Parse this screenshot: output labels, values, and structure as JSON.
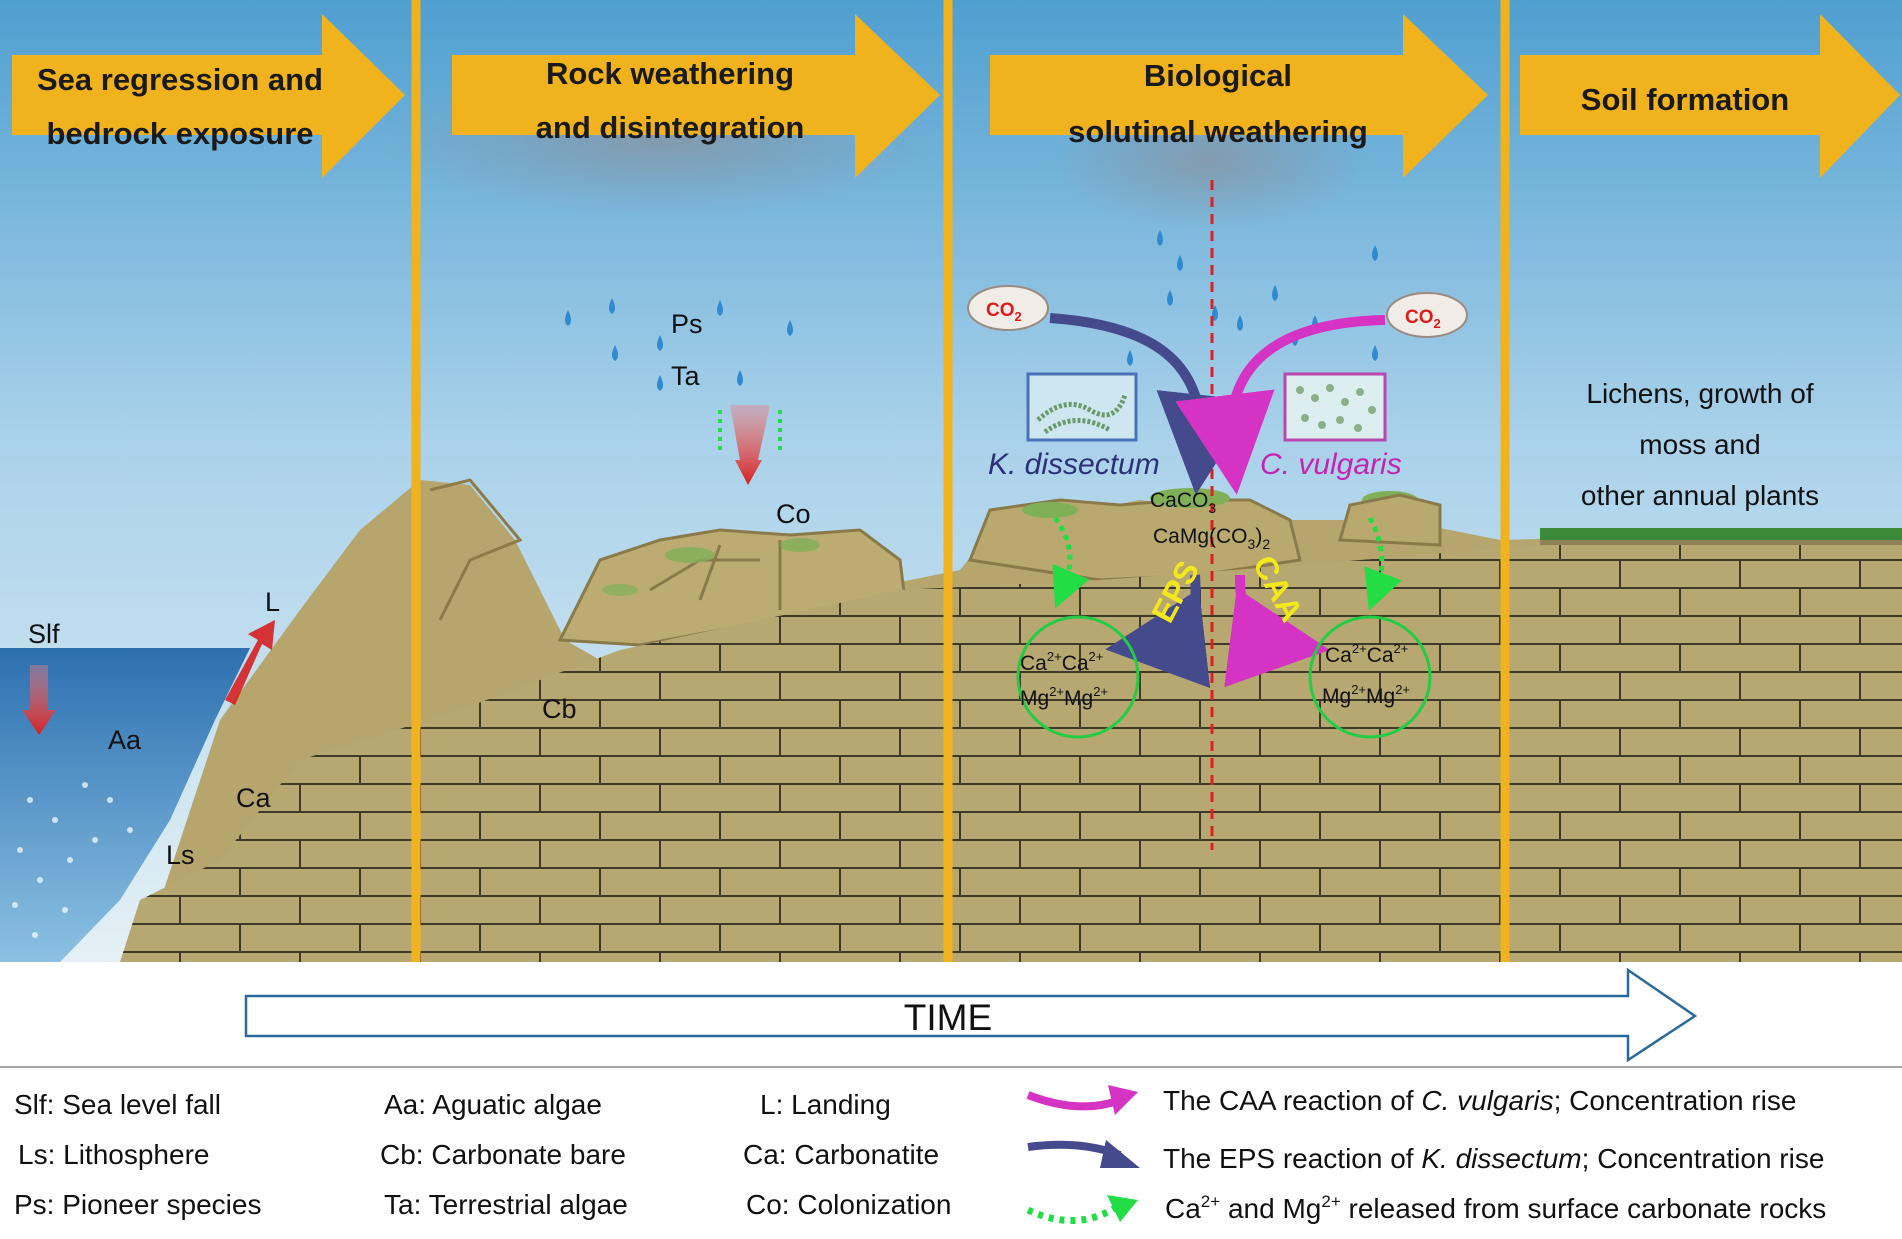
{
  "stages": [
    {
      "line1": "Sea regression and",
      "line2": "bedrock exposure"
    },
    {
      "line1": "Rock weathering",
      "line2": "and disintegration"
    },
    {
      "line1": "Biological",
      "line2": "solutinal weathering"
    },
    {
      "line1": "Soil formation",
      "line2": ""
    }
  ],
  "scene_labels": {
    "slf": "Slf",
    "l": "L",
    "aa": "Aa",
    "ca": "Ca",
    "ls": "Ls",
    "ps": "Ps",
    "ta": "Ta",
    "co": "Co",
    "cb": "Cb"
  },
  "chemistry": {
    "caco3_main": "CaCO",
    "caco3_sub": "3",
    "camg_main": "CaMg(CO",
    "camg_sub1": "3",
    "camg_close": ")",
    "camg_sub2": "2",
    "co2_main": "CO",
    "co2_sub": "2",
    "ion_ca": "Ca",
    "ion_mg": "Mg",
    "ion_charge": "2+",
    "eps": "EPS",
    "caa": "CAA"
  },
  "species": {
    "left": "K. dissectum",
    "right": "C. vulgaris"
  },
  "soil_text": [
    "Lichens, growth of",
    "moss and",
    "other annual plants"
  ],
  "timeline_label": "TIME",
  "legend": {
    "abbrev": [
      [
        "Slf: Sea level fall",
        "Aa: Aguatic algae",
        "L: Landing"
      ],
      [
        "Ls: Lithosphere",
        "Cb: Carbonate bare",
        "Ca: Carbonatite"
      ],
      [
        "Ps: Pioneer species",
        "Ta: Terrestrial algae",
        "Co: Colonization"
      ]
    ],
    "caa_pre": "The CAA reaction of ",
    "caa_species": "C. vulgaris",
    "caa_post": "; Concentration rise",
    "eps_pre": "The EPS reaction of ",
    "eps_species": "K. dissectum",
    "eps_post": "; Concentration rise",
    "ion_ca": "Ca",
    "ion_charge": "2+",
    "ion_and": " and Mg",
    "ion_post": " released from surface carbonate rocks"
  },
  "colors": {
    "arrow_banner": "#f0b31e",
    "divider": "#f0b31e",
    "eps_arrow": "#454a8c",
    "caa_arrow": "#d533c4",
    "ion_arrow": "#22dd44",
    "ground": "#b7a770",
    "sea": "#2d75b5",
    "red_line": "#e02020"
  }
}
